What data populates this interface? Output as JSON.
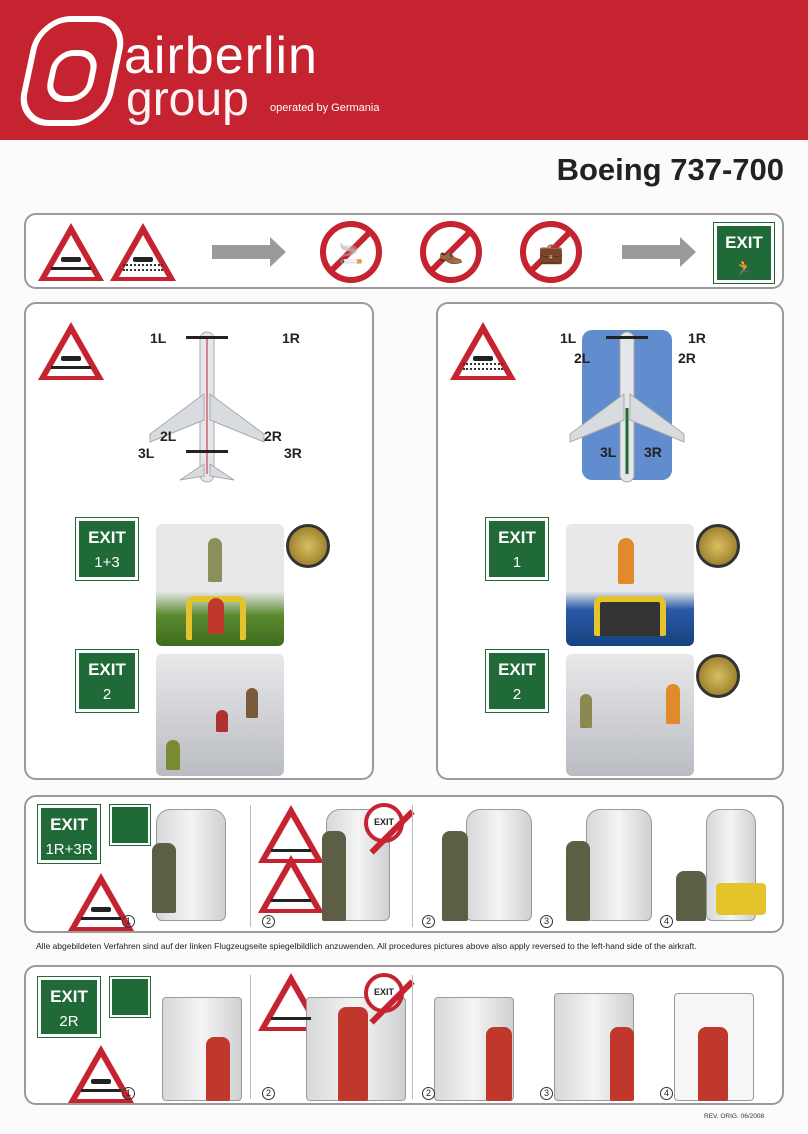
{
  "header": {
    "brand_line1": "airberlin",
    "brand_line2": "group",
    "operated_by": "operated by Germania"
  },
  "title": "Boeing 737-700",
  "top_strip": {
    "icons": [
      "land-evacuation-warning-icon",
      "water-evacuation-warning-icon",
      "arrow-right-icon",
      "no-smoking-icon",
      "no-shoes-icon",
      "no-baggage-icon",
      "arrow-right-icon",
      "exit-sign-icon"
    ],
    "exit_label": "EXIT"
  },
  "land_panel": {
    "exit_labels": {
      "l1": "1L",
      "r1": "1R",
      "l2": "2L",
      "r2": "2R",
      "l3": "3L",
      "r3": "3R"
    },
    "exits": [
      {
        "label": "EXIT",
        "number": "1+3"
      },
      {
        "label": "EXIT",
        "number": "2"
      }
    ]
  },
  "water_panel": {
    "exit_labels": {
      "l1": "1L",
      "r1": "1R",
      "l2": "2L",
      "r2": "2R",
      "l3": "3L",
      "r3": "3R"
    },
    "exits": [
      {
        "label": "EXIT",
        "number": "1"
      },
      {
        "label": "EXIT",
        "number": "2"
      }
    ]
  },
  "door_1r3r": {
    "exit": {
      "label": "EXIT",
      "number": "1R+3R"
    },
    "door_sign": "EXIT",
    "steps": [
      "1",
      "2",
      "2",
      "3",
      "4"
    ]
  },
  "note": "Alle abgebildeten Verfahren sind auf der linken Flugzeugseite spiegelbildlich anzuwenden. All procedures pictures above also apply reversed to the left-hand side of the airkraft.",
  "door_2r": {
    "exit": {
      "label": "EXIT",
      "number": "2R"
    },
    "door_sign": "EXIT",
    "steps": [
      "1",
      "2",
      "2",
      "3",
      "4"
    ]
  },
  "revision": "REV. ORIG. 06/2008",
  "colors": {
    "brand_red": "#c4232f",
    "exit_green": "#1f6a37"
  }
}
